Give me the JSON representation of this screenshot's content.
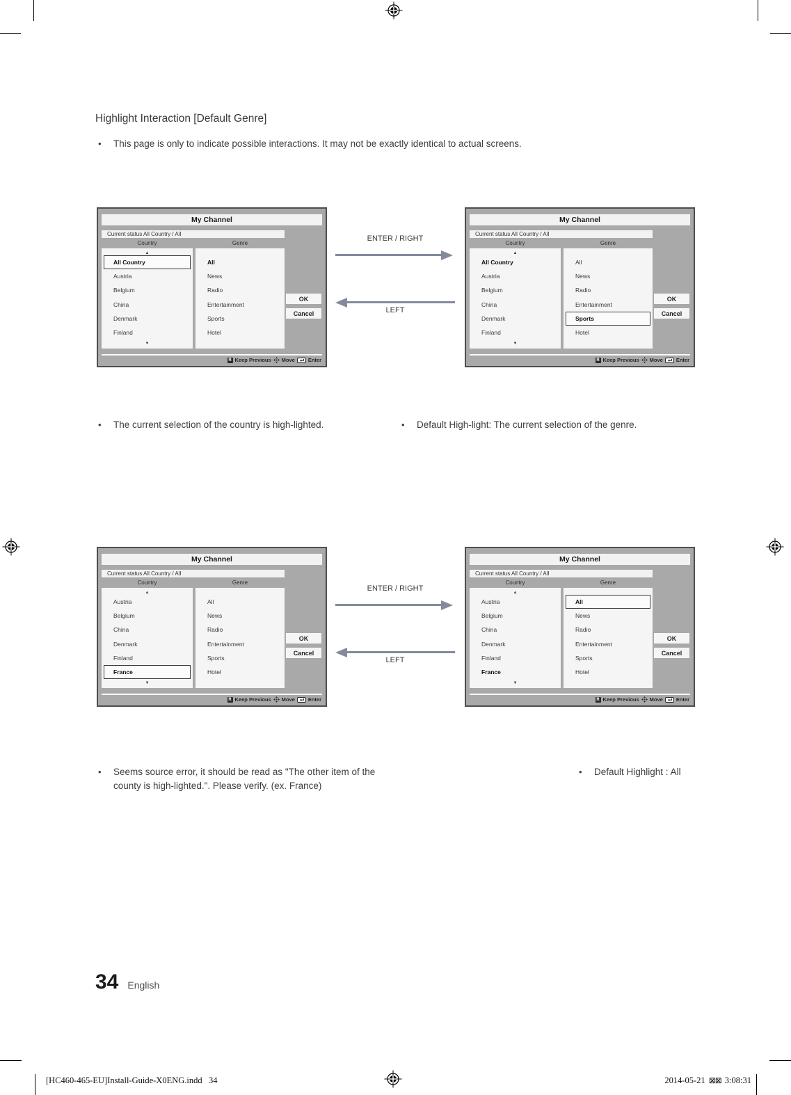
{
  "page": {
    "title": "Highlight Interaction [Default Genre]",
    "bullet_char": "•",
    "intro_bullet": "This page is only to indicate possible interactions. It may not be exactly identical to actual screens.",
    "page_number": "34",
    "language_label": "English"
  },
  "arrows": {
    "forward_label": "ENTER / RIGHT",
    "back_label": "LEFT",
    "color": "#848a9b"
  },
  "notes": {
    "mid_left": "The current selection of the country is high-lighted.",
    "mid_right": "Default High-light: The current selection of the genre.",
    "bottom_left": "Seems source error, it should be read as \"The other item of the county is high-lighted.\". Please verify. (ex. France)",
    "bottom_right": "Default Highlight : All"
  },
  "dialog_common": {
    "title": "My Channel",
    "status": "Current status All Country / All",
    "columns": {
      "country": "Country",
      "genre": "Genre"
    },
    "buttons": {
      "ok": "OK",
      "cancel": "Cancel"
    },
    "hints": {
      "keep_previous": "Keep Previous",
      "move": "Move",
      "enter": "Enter"
    },
    "scroll_up": "▲",
    "scroll_down": "▼",
    "colors": {
      "dialog_bg": "#a9a9a9",
      "panel_bg": "#f5f5f5"
    }
  },
  "dialogs": [
    {
      "name": "top-left",
      "countries": [
        {
          "label": "All Country",
          "bold": true,
          "boxed": true
        },
        {
          "label": "Austria"
        },
        {
          "label": "Belgium"
        },
        {
          "label": "China"
        },
        {
          "label": "Denmark"
        },
        {
          "label": "Finland"
        }
      ],
      "genres": [
        {
          "label": "All",
          "bold": true
        },
        {
          "label": "News"
        },
        {
          "label": "Radio"
        },
        {
          "label": "Entertainment"
        },
        {
          "label": "Sports"
        },
        {
          "label": "Hotel"
        }
      ]
    },
    {
      "name": "top-right",
      "countries": [
        {
          "label": "All Country",
          "bold": true
        },
        {
          "label": "Austria"
        },
        {
          "label": "Belgium"
        },
        {
          "label": "China"
        },
        {
          "label": "Denmark"
        },
        {
          "label": "Finland"
        }
      ],
      "genres": [
        {
          "label": "All"
        },
        {
          "label": "News"
        },
        {
          "label": "Radio"
        },
        {
          "label": "Entertainment"
        },
        {
          "label": "Sports",
          "bold": true,
          "boxed": true
        },
        {
          "label": "Hotel"
        }
      ]
    },
    {
      "name": "bottom-left",
      "countries": [
        {
          "label": "Austria"
        },
        {
          "label": "Belgium"
        },
        {
          "label": "China"
        },
        {
          "label": "Denmark"
        },
        {
          "label": "Finland"
        },
        {
          "label": "France",
          "bold": true,
          "boxed": true
        }
      ],
      "genres": [
        {
          "label": "All"
        },
        {
          "label": "News"
        },
        {
          "label": "Radio"
        },
        {
          "label": "Entertainment"
        },
        {
          "label": "Sports"
        },
        {
          "label": "Hotel"
        }
      ]
    },
    {
      "name": "bottom-right",
      "countries": [
        {
          "label": "Austria"
        },
        {
          "label": "Belgium"
        },
        {
          "label": "China"
        },
        {
          "label": "Denmark"
        },
        {
          "label": "Finland"
        },
        {
          "label": "France",
          "bold": true
        }
      ],
      "genres": [
        {
          "label": "All",
          "bold": true,
          "boxed": true
        },
        {
          "label": "News"
        },
        {
          "label": "Radio"
        },
        {
          "label": "Entertainment"
        },
        {
          "label": "Sports"
        },
        {
          "label": "Hotel"
        }
      ]
    }
  ],
  "print_footer": {
    "file_info": "[HC460-465-EU]Install-Guide-X0ENG.indd   34",
    "date": "2014-05-21",
    "missing_glyphs": "⊠⊠",
    "time": "3:08:31"
  }
}
